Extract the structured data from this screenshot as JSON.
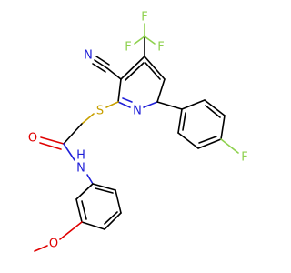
{
  "atoms": {
    "N_nitrile": {
      "label": "N",
      "color": "#1f1fd8"
    },
    "S_thioether": {
      "label": "S",
      "color": "#c8a000"
    },
    "N_pyridine": {
      "label": "N",
      "color": "#1f1fd8"
    },
    "O_carbonyl": {
      "label": "O",
      "color": "#e00000"
    },
    "N_amide": {
      "label": "H\nN",
      "color": "#1f1fd8"
    },
    "O_methoxy": {
      "label": "O",
      "color": "#e00000"
    },
    "F_aryl": {
      "label": "F",
      "color": "#8fd14f"
    },
    "F_cf3_left": {
      "label": "F",
      "color": "#8fd14f"
    },
    "F_cf3_right": {
      "label": "F",
      "color": "#8fd14f"
    },
    "F_cf3_top": {
      "label": "F",
      "color": "#8fd14f"
    }
  },
  "labels": {
    "nitrile_n": "N",
    "thioether_s": "S",
    "pyridine_n": "N",
    "carbonyl_o": "O",
    "amide_h": "H",
    "amide_n": "N",
    "methoxy_o": "O",
    "aryl_f": "F",
    "cf3_f_left": "F",
    "cf3_f_right": "F",
    "cf3_f_top": "F"
  }
}
